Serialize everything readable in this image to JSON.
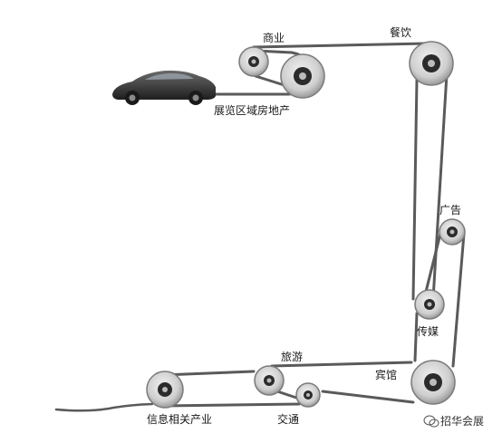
{
  "diagram": {
    "labels": {
      "business": "商业",
      "catering": "餐饮",
      "exhibition_area_real_estate": "展览区域房地产",
      "advertising": "广告",
      "media": "传媒",
      "tourism": "旅游",
      "hotel": "宾馆",
      "it_industry": "信息相关产业",
      "transportation": "交通"
    },
    "watermark": "招华会展",
    "colors": {
      "belt": "#5a5a5a",
      "pulley_face": "#d9d9d9",
      "pulley_hub": "#2b2b2b",
      "car_body": "#3a3a3a"
    },
    "icons": {
      "watermark_icon": "wechat-logo-icon",
      "car": "sports-car-icon"
    }
  }
}
